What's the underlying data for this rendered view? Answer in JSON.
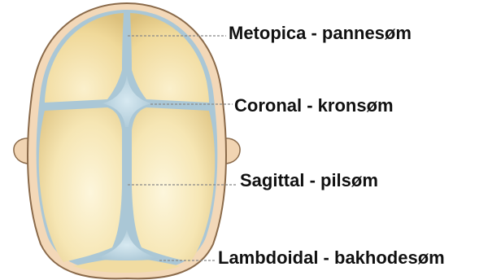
{
  "labels": {
    "metopic": "Metopica - pannesøm",
    "coronal": "Coronal - kronsøm",
    "sagittal": "Sagittal - pilsøm",
    "lambdoid": "Lambdoidal - bakhodesøm"
  },
  "colors": {
    "scalp_outline": "#8a6a4a",
    "scalp_fill": "#f3d8b8",
    "bone_edge": "#e2c98a",
    "bone_center": "#fdf6dc",
    "suture": "#aac7d6",
    "fontanelle": "#c3dbe6",
    "leader_line": "#888888",
    "text": "#111111"
  }
}
